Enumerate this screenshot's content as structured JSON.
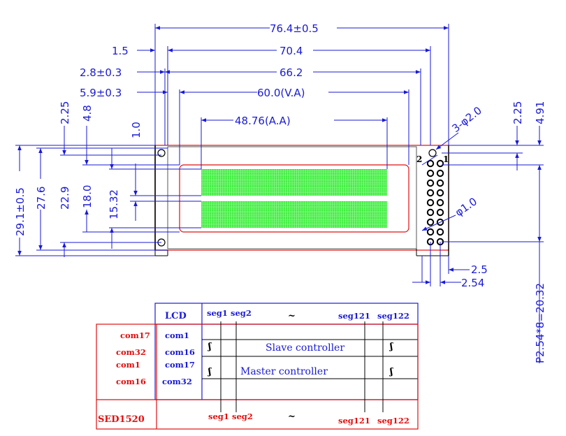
{
  "dimensions": {
    "overall_width": "76.4±0.5",
    "bezel_width": "70.4",
    "pcb_inner_width": "66.2",
    "view_area": "60.0(V.A)",
    "active_area": "48.76(A.A)",
    "left_offset_1": "1.5",
    "left_offset_2": "2.8±0.3",
    "left_offset_3": "5.9±0.3",
    "hole_spec": "3-φ2.0",
    "pin_diameter": "φ1.0",
    "top_offset_left": "2.25",
    "top_offset_left_2": "4.8",
    "top_offset_left_3": "1.0",
    "top_offset_right": "2.25",
    "right_offset": "4.91",
    "overall_height": "29.1±0.5",
    "height_27": "27.6",
    "height_22": "22.9",
    "height_18": "18.0",
    "height_15": "15.32",
    "pin_pitch_total": "P2.54*8=20.32",
    "pin_spacing": "2.5",
    "pin_pitch": "2.54"
  },
  "pins": {
    "pin1": "1",
    "pin2": "2"
  },
  "table": {
    "lcd_header": "LCD",
    "seg1": "seg1",
    "seg2": "seg2",
    "seg121": "seg121",
    "seg122": "seg122",
    "tilde": "~",
    "s_mark": "ʃ",
    "lcd_rows": [
      "com1",
      "com16",
      "com17",
      "com32"
    ],
    "driver_rows": [
      "com17",
      "com32",
      "com1",
      "com16"
    ],
    "slave": "Slave controller",
    "master": "Master controller",
    "driver_name": "SED1520"
  },
  "colors": {
    "dimension_blue": "#1a1ad6",
    "outline_red": "#e01010",
    "dot_green": "#33ee33"
  }
}
